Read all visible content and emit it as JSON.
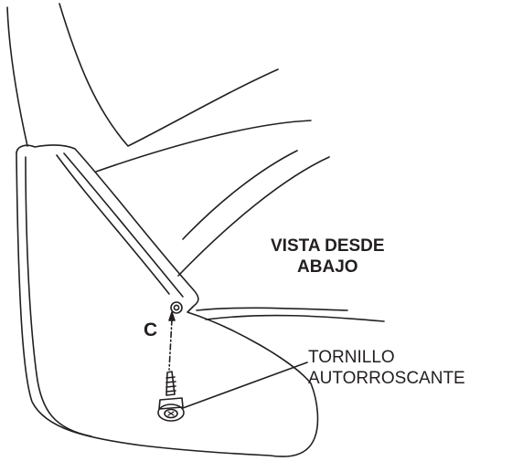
{
  "diagram": {
    "view_label": {
      "line1": "VISTA DESDE",
      "line2": "ABAJO"
    },
    "callout": "C",
    "part_label": {
      "line1": "TORNILLO",
      "line2": "AUTORROSCANTE"
    },
    "colors": {
      "line": "#231f20",
      "background": "#ffffff"
    }
  }
}
